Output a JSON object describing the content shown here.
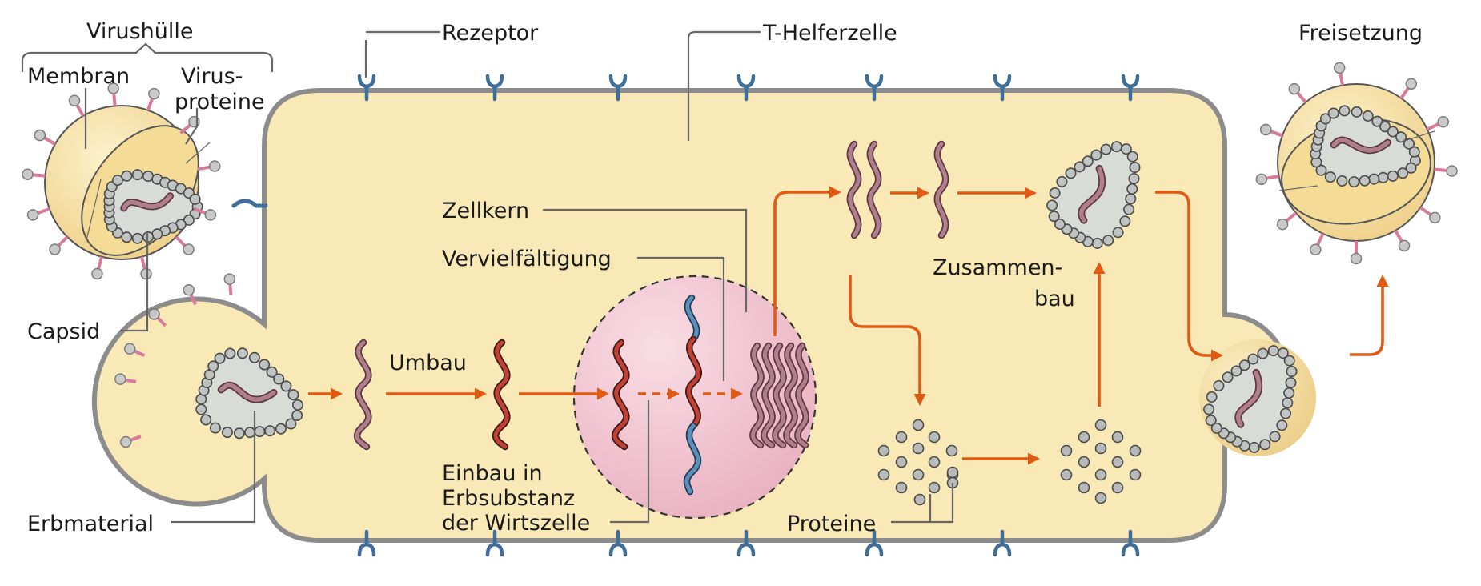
{
  "labels": {
    "virushuelle": "Virushülle",
    "membran": "Membran",
    "virusproteine_1": "Virus-",
    "virusproteine_2": "proteine",
    "capsid": "Capsid",
    "erbmaterial": "Erbmaterial",
    "rezeptor": "Rezeptor",
    "t_helferzelle": "T-Helferzelle",
    "zellkern": "Zellkern",
    "vervielfaeltigung": "Vervielfältigung",
    "umbau": "Umbau",
    "einbau_1": "Einbau in",
    "einbau_2": "Erbsubstanz",
    "einbau_3": "der Wirtszelle",
    "zusammenbau_1": "Zusammen-",
    "zusammenbau_2": "bau",
    "proteine": "Proteine",
    "freisetzung": "Freisetzung"
  },
  "colors": {
    "cytoplasm": "#f9e9b6",
    "membrane": "#8c8c8c",
    "nucleus": "#f2c3cf",
    "arrow": "#e05a14",
    "viral_rna": "#b17e8c",
    "host_dna": "#5d8fb8",
    "integrated_dna": "#c44034",
    "capsid_bead": "#bfc3c2",
    "receptor": "#3f6e99",
    "spike": "#d97a9b"
  }
}
